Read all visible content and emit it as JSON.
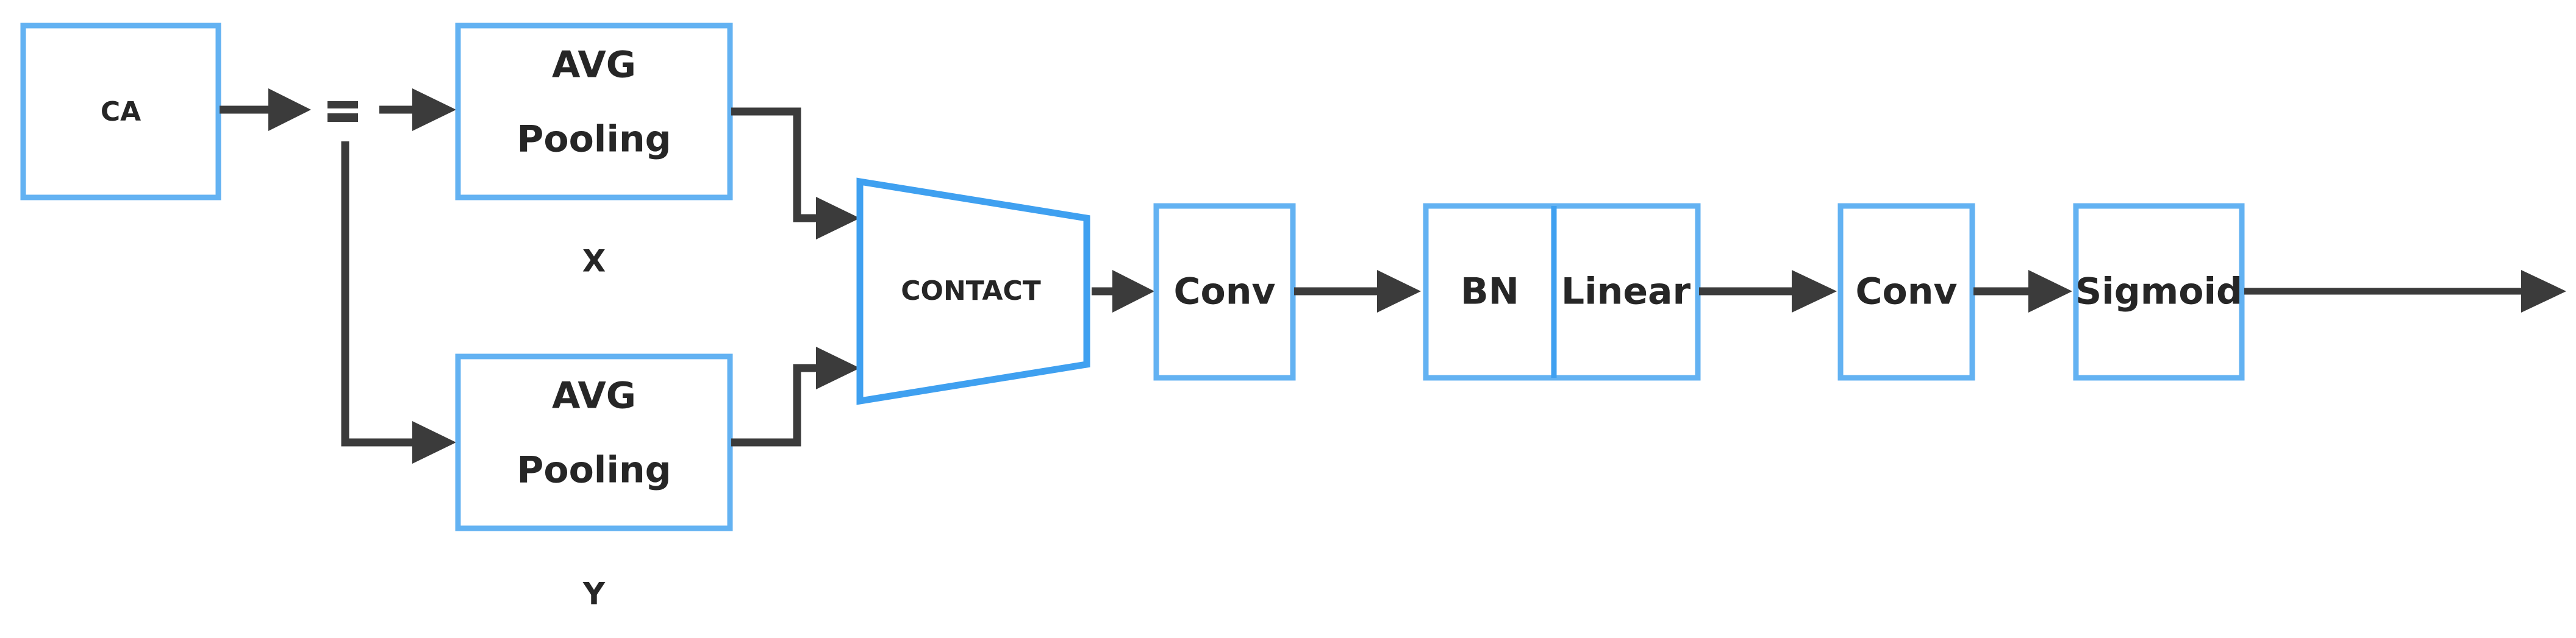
{
  "diagram": {
    "title": "CA attention module block diagram",
    "colors": {
      "box_stroke": "#63B2F2",
      "trapezoid_stroke": "#3FA0F0",
      "connector": "#3B3B3B",
      "text": "#262626",
      "background": "#ffffff"
    },
    "nodes": {
      "ca": {
        "label": "CA",
        "shape": "rect"
      },
      "equals": {
        "label": "=",
        "shape": "glyph"
      },
      "avg_pooling_top": {
        "label_line1": "AVG",
        "label_line2": "Pooling",
        "shape": "rect"
      },
      "avg_pooling_bottom": {
        "label_line1": "AVG",
        "label_line2": "Pooling",
        "shape": "rect"
      },
      "axis_label_x": {
        "label": "X"
      },
      "axis_label_y": {
        "label": "Y"
      },
      "contact": {
        "label": "CONTACT",
        "shape": "trapezoid"
      },
      "conv_1": {
        "label": "Conv",
        "shape": "rect"
      },
      "bn": {
        "label": "BN",
        "shape": "rect-left-half"
      },
      "linear": {
        "label": "Linear",
        "shape": "rect-right-half"
      },
      "conv_2": {
        "label": "Conv",
        "shape": "rect"
      },
      "sigmoid": {
        "label": "Sigmoid",
        "shape": "rect"
      }
    },
    "edges": [
      {
        "id": "ca-to-equals",
        "from": "ca",
        "to": "equals",
        "style": "arrow"
      },
      {
        "id": "equals-to-avg-top",
        "from": "equals",
        "to": "avg_pooling_top",
        "style": "arrow"
      },
      {
        "id": "branch-to-avg-bottom",
        "from": "equals",
        "to": "avg_pooling_bottom",
        "style": "elbow-arrow"
      },
      {
        "id": "avg-top-to-contact",
        "from": "avg_pooling_top",
        "to": "contact",
        "style": "elbow-arrow"
      },
      {
        "id": "avg-bottom-to-contact",
        "from": "avg_pooling_bottom",
        "to": "contact",
        "style": "elbow-arrow"
      },
      {
        "id": "contact-to-conv1",
        "from": "contact",
        "to": "conv_1",
        "style": "arrow"
      },
      {
        "id": "conv1-to-bn",
        "from": "conv_1",
        "to": "bn",
        "style": "arrow"
      },
      {
        "id": "linear-to-conv2",
        "from": "linear",
        "to": "conv_2",
        "style": "arrow"
      },
      {
        "id": "conv2-to-sigmoid",
        "from": "conv_2",
        "to": "sigmoid",
        "style": "arrow"
      },
      {
        "id": "sigmoid-to-output",
        "from": "sigmoid",
        "to": "output",
        "style": "arrow"
      }
    ]
  }
}
